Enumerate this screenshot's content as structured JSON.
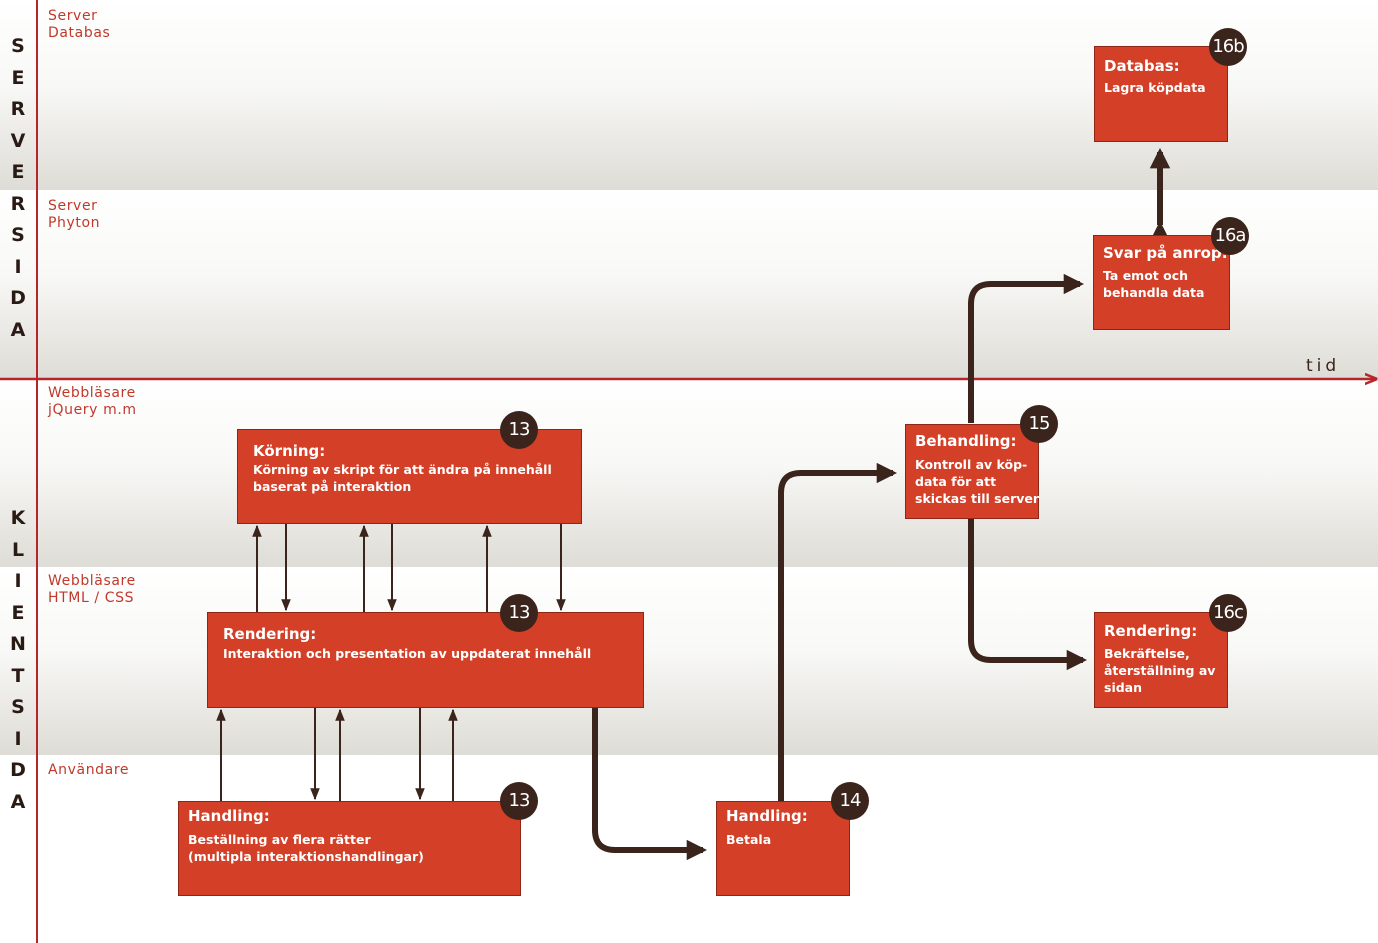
{
  "side_labels": {
    "server": "SERVERSIDA",
    "client": "KLIENTSIDA"
  },
  "lanes": [
    "Server\nDatabas",
    "Server\nPhyton",
    "Webbläsare\njQuery m.m",
    "Webbläsare\nHTML / CSS",
    "Användare"
  ],
  "time_label": "tid",
  "boxes": {
    "b16b": {
      "badge": "16b",
      "title": "Databas:",
      "body": "Lagra köpdata"
    },
    "b16a": {
      "badge": "16a",
      "title": "Svar på anrop:",
      "body": "Ta emot och\nbehandla data"
    },
    "korning": {
      "badge": "13",
      "title": "Körning:",
      "body": "Körning av skript för att ändra på innehåll\nbaserat på interaktion"
    },
    "behandling": {
      "badge": "15",
      "title": "Behandling:",
      "body": "Kontroll av köp-\ndata för att\nskickas till server"
    },
    "rendering": {
      "badge": "13",
      "title": "Rendering:",
      "body": "Interaktion och presentation av uppdaterat innehåll"
    },
    "b16c": {
      "badge": "16c",
      "title": "Rendering:",
      "body": "Bekräftelse,\nåterställning av\nsidan"
    },
    "handling": {
      "badge": "13",
      "title": "Handling:",
      "body": "Beställning av flera rätter\n(multipla interaktionshandlingar)"
    },
    "betala": {
      "badge": "14",
      "title": "Handling:",
      "body": "Betala"
    }
  },
  "colors": {
    "box_fill": "#d33f27",
    "badge_fill": "#3a241b",
    "accent_red": "#b5262a",
    "lane_label": "#c0392b"
  }
}
